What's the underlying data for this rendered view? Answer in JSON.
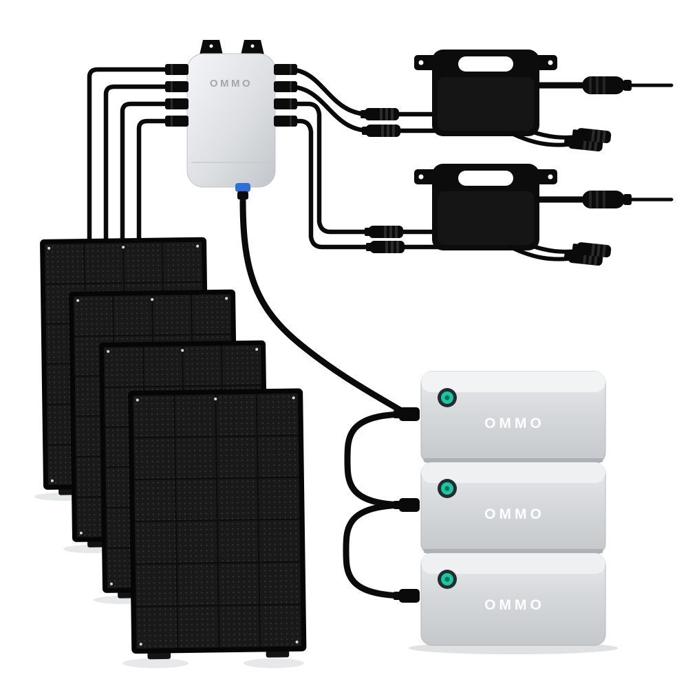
{
  "brand": "OMMO",
  "page": {
    "background_color": "#ffffff"
  },
  "combiner": {
    "label": "OMMO",
    "label_color": "#a2a7ac",
    "body_color": "#dde0e3",
    "left_ports": 4,
    "right_ports": 4,
    "dc_output_collar_color": "#2f6fd8"
  },
  "microinverters": {
    "count": 2,
    "body_color": "#0c0c0c"
  },
  "solar_panels": {
    "count": 4,
    "face_color": "#191919",
    "frame_color": "#060606"
  },
  "batteries": {
    "body_color": "#d7dadd",
    "label_color": "#ffffff",
    "power_button_color": "#17c9a2",
    "items": [
      {
        "label": "OMMO"
      },
      {
        "label": "OMMO"
      },
      {
        "label": "OMMO"
      }
    ]
  },
  "cables": {
    "color": "#0a0a0a"
  }
}
